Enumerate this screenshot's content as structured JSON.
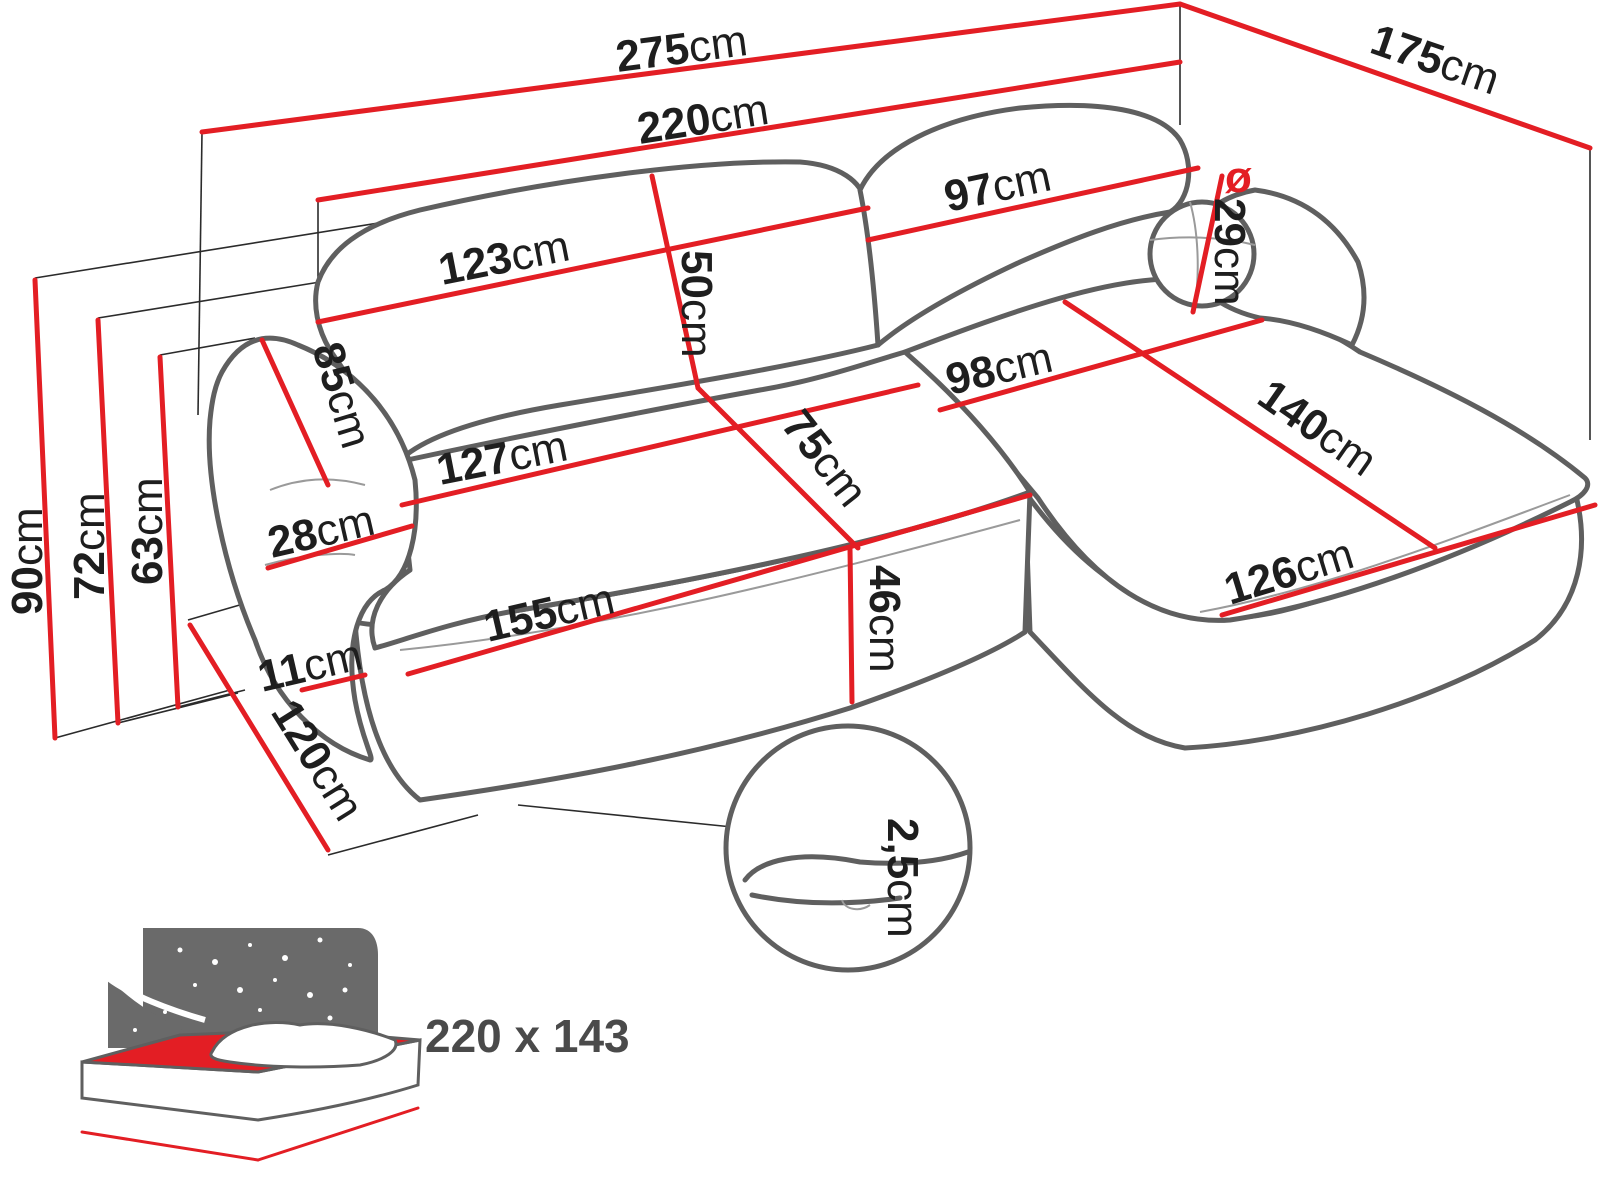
{
  "unit": "cm",
  "dimensions": {
    "total_length": "275",
    "depth_chaise": "175",
    "width_main": "220",
    "backrest_left": "123",
    "backrest_height": "50",
    "backrest_right": "97",
    "cushion_diameter_symbol": "ø",
    "cushion_diameter": "29",
    "armrest_depth": "85",
    "seat_width": "127",
    "seat_depth": "75",
    "chaise_inner": "98",
    "chaise_length": "140",
    "armrest_width": "28",
    "front_length": "155",
    "seat_height": "46",
    "chaise_front": "126",
    "leg_height": "11",
    "side_depth": "120",
    "height_total": "90",
    "height_back": "72",
    "height_arm": "63",
    "detail_gap": "2,5"
  },
  "sleeping_area": "220 x 143"
}
